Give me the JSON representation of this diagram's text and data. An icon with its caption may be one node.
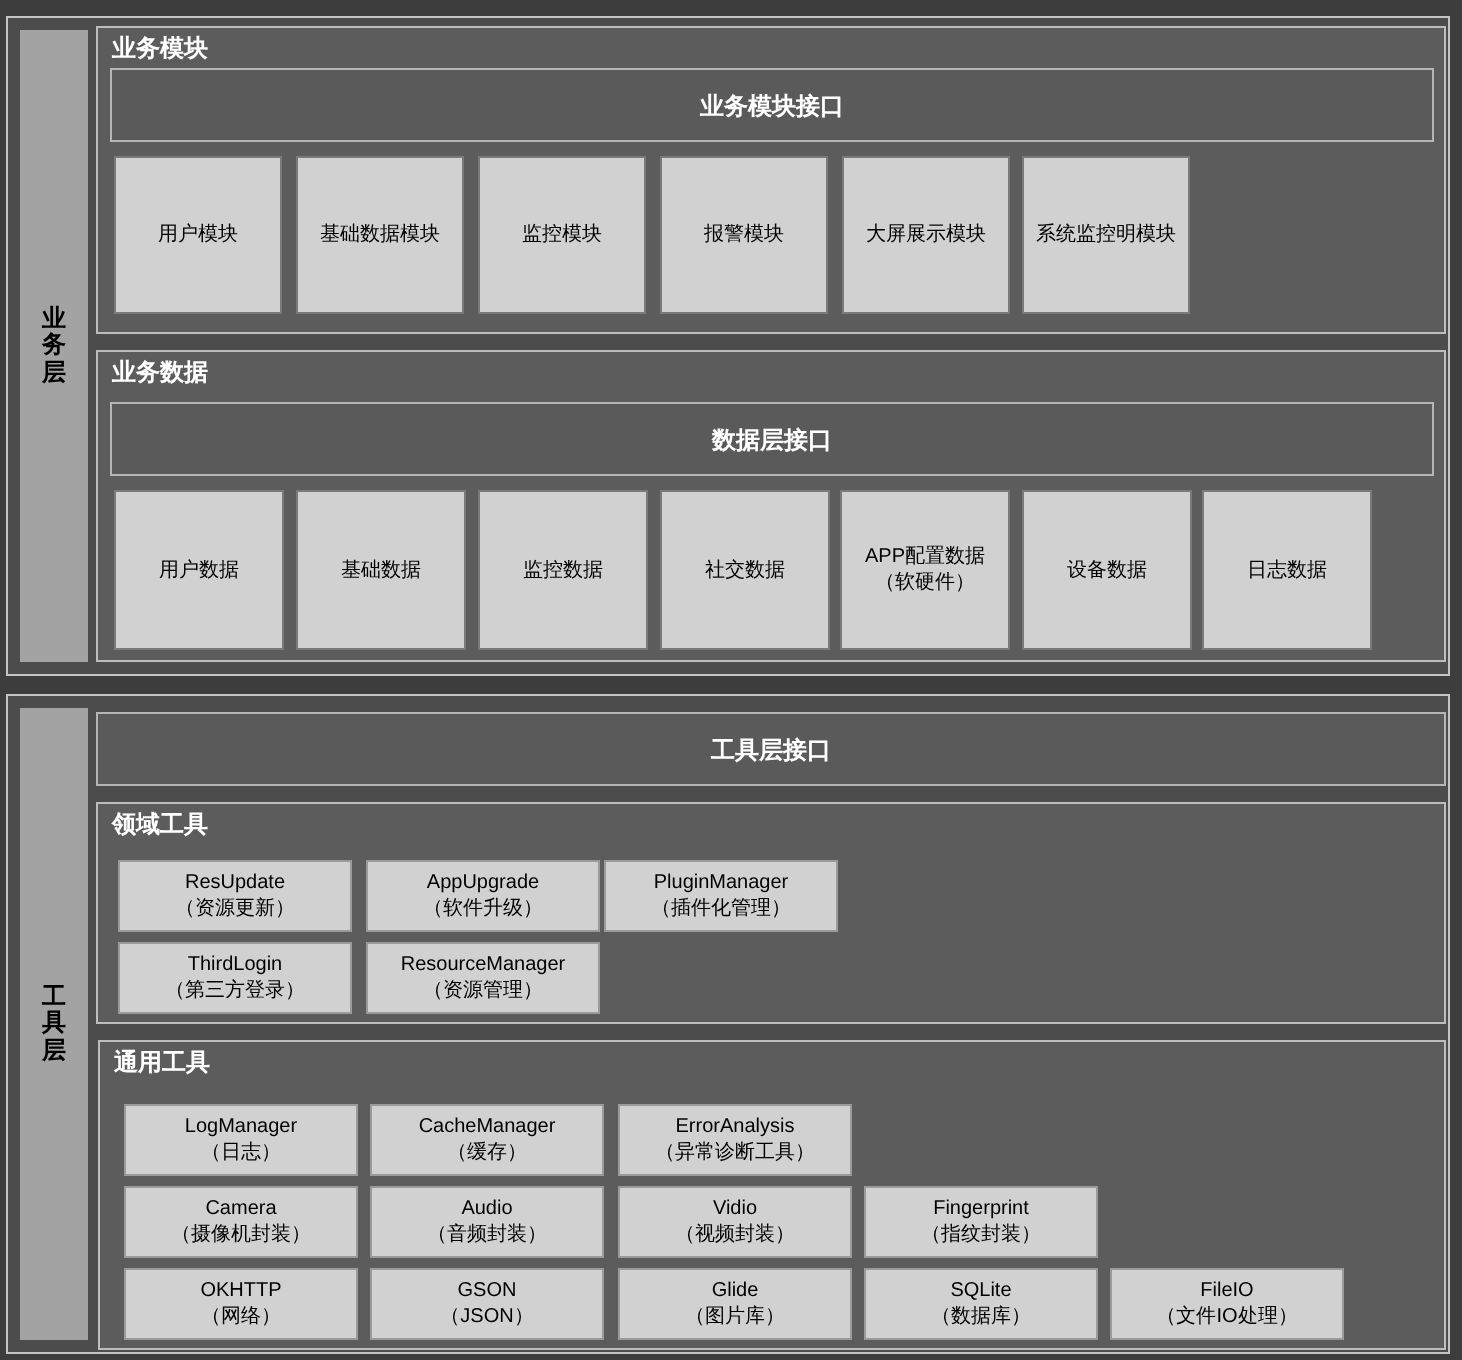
{
  "diagram": {
    "nodes": [
      {
        "text": [
          "业务层"
        ]
      },
      {
        "text": [
          "业务模块"
        ],
        "in": 0
      },
      {
        "text": [
          "业务模块接口"
        ],
        "in": 1
      },
      {
        "text": [
          "用户模块"
        ],
        "in": 1
      },
      {
        "text": [
          "基础数据模块"
        ],
        "in": 1
      },
      {
        "text": [
          "监控模块"
        ],
        "in": 1
      },
      {
        "text": [
          "报警模块"
        ],
        "in": 1
      },
      {
        "text": [
          "大屏展示模块"
        ],
        "in": 1
      },
      {
        "text": [
          "系统监控明模块"
        ],
        "in": 1
      },
      {
        "text": [
          "业务数据"
        ],
        "in": 0
      },
      {
        "text": [
          "数据层接口"
        ],
        "in": 9
      },
      {
        "text": [
          "用户数据"
        ],
        "in": 9
      },
      {
        "text": [
          "基础数据"
        ],
        "in": 9
      },
      {
        "text": [
          "监控数据"
        ],
        "in": 9
      },
      {
        "text": [
          "社交数据"
        ],
        "in": 9
      },
      {
        "text": [
          "APP配置数据",
          "（软硬件）"
        ],
        "in": 9
      },
      {
        "text": [
          "设备数据"
        ],
        "in": 9
      },
      {
        "text": [
          "日志数据"
        ],
        "in": 9
      },
      {
        "text": [
          "工具层"
        ]
      },
      {
        "text": [
          "工具层接口"
        ],
        "in": 18
      },
      {
        "text": [
          "领域工具"
        ],
        "in": 18
      },
      {
        "text": [
          "ResUpdate",
          "（资源更新）"
        ],
        "in": 20
      },
      {
        "text": [
          "AppUpgrade",
          "（软件升级）"
        ],
        "in": 20
      },
      {
        "text": [
          "PluginManager",
          "（插件化管理）"
        ],
        "in": 20
      },
      {
        "text": [
          "ThirdLogin",
          "（第三方登录）"
        ],
        "in": 20
      },
      {
        "text": [
          "ResourceManager",
          "（资源管理）"
        ],
        "in": 20
      },
      {
        "text": [
          "通用工具"
        ],
        "in": 18
      },
      {
        "text": [
          "LogManager",
          "（日志）"
        ],
        "in": 26
      },
      {
        "text": [
          "CacheManager",
          "（缓存）"
        ],
        "in": 26
      },
      {
        "text": [
          "ErrorAnalysis",
          "（异常诊断工具）"
        ],
        "in": 26
      },
      {
        "text": [
          "Camera",
          "（摄像机封装）"
        ],
        "in": 26
      },
      {
        "text": [
          "Audio",
          "（音频封装）"
        ],
        "in": 26
      },
      {
        "text": [
          "Vidio",
          "（视频封装）"
        ],
        "in": 26
      },
      {
        "text": [
          "Fingerprint",
          "（指纹封装）"
        ],
        "in": 26
      },
      {
        "text": [
          "OKHTTP",
          "（网络）"
        ],
        "in": 26
      },
      {
        "text": [
          "GSON",
          "（JSON）"
        ],
        "in": 26
      },
      {
        "text": [
          "Glide",
          "（图片库）"
        ],
        "in": 26
      },
      {
        "text": [
          "SQLite",
          "（数据库）"
        ],
        "in": 26
      },
      {
        "text": [
          "FileIO",
          "（文件IO处理）"
        ],
        "in": 26
      }
    ]
  }
}
